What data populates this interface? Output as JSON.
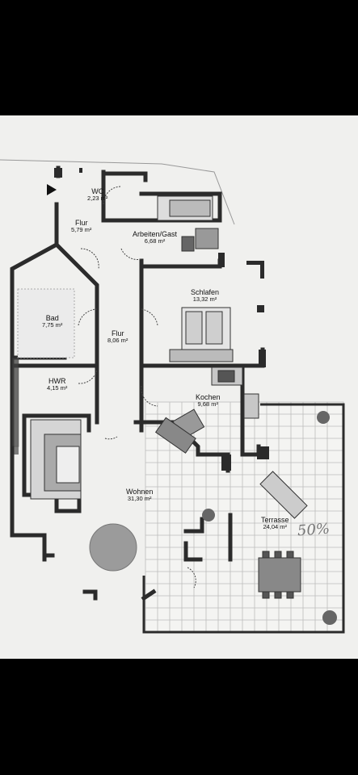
{
  "photo": {
    "subject": "floor-plan"
  },
  "rooms": {
    "wc": {
      "name": "WC",
      "area": "2,23 m²"
    },
    "flur1": {
      "name": "Flur",
      "area": "5,79 m²"
    },
    "arbeiten": {
      "name": "Arbeiten/Gast",
      "area": "6,68 m²"
    },
    "schlafen": {
      "name": "Schlafen",
      "area": "13,32 m²"
    },
    "bad": {
      "name": "Bad",
      "area": "7,75 m²"
    },
    "flur2": {
      "name": "Flur",
      "area": "8,06 m²"
    },
    "hwr": {
      "name": "HWR",
      "area": "4,15 m²"
    },
    "kochen": {
      "name": "Kochen",
      "area": "9,68 m²"
    },
    "wohnen": {
      "name": "Wohnen",
      "area": "31,30 m²"
    },
    "terrasse": {
      "name": "Terrasse",
      "area": "24,04 m²"
    }
  },
  "annotation": {
    "handwritten": "50%"
  },
  "colors": {
    "wall": "#2b2b2b",
    "paper": "#f0f0ee",
    "background": "#000000"
  }
}
